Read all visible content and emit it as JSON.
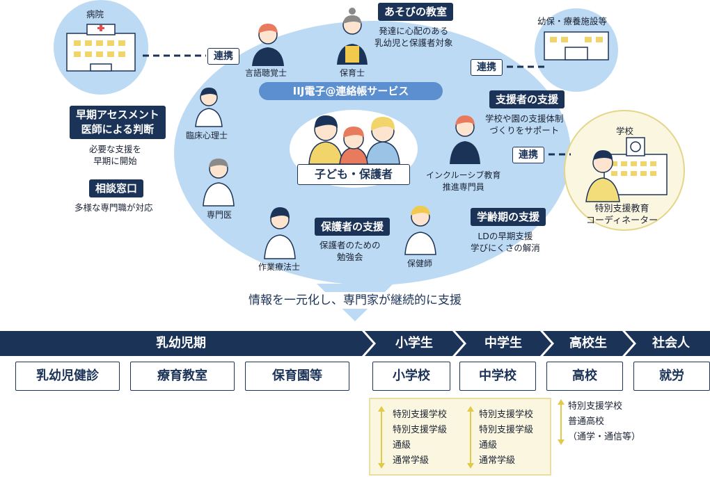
{
  "hub": {
    "service_title": "IIJ電子@連絡帳サービス",
    "center_label": "子ども・保護者"
  },
  "facilities": {
    "hospital": "病院",
    "kindergarten": "幼保・療養施設等",
    "school": "学校",
    "school_person": [
      "特別支援教育",
      "コーディネーター"
    ]
  },
  "links": {
    "label": "連携"
  },
  "roles": {
    "speech": "言語聴覚士",
    "nursery": "保育士",
    "psychologist": "臨床心理士",
    "doctor": "専門医",
    "ot": "作業療法士",
    "nurse": "保健師",
    "inclusive": [
      "インクルーシブ教育",
      "推進専門員"
    ]
  },
  "callouts": {
    "play": {
      "title": "あそびの教室",
      "lines": [
        "発達に心配のある",
        "乳幼児と保護者対象"
      ]
    },
    "supporter": {
      "title": "支援者の支援",
      "lines": [
        "学校や園の支援体制",
        "づくりをサポート"
      ]
    },
    "early": {
      "title_lines": [
        "早期アセスメント",
        "医師による判断"
      ],
      "lines": [
        "必要な支援を",
        "早期に開始"
      ]
    },
    "consult": {
      "title": "相談窓口",
      "lines": [
        "多様な専門職が対応"
      ]
    },
    "guardian": {
      "title": "保護者の支援",
      "lines": [
        "保護者のための",
        "勉強会"
      ]
    },
    "school_age": {
      "title": "学齢期の支援",
      "lines": [
        "LDの早期支援",
        "学びにくさの解消"
      ]
    }
  },
  "summary": "情報を一元化し、専門家が継続的に支援",
  "timeline": {
    "stages": [
      "乳幼児期",
      "小学生",
      "中学生",
      "高校生",
      "社会人"
    ],
    "boxes": [
      "乳幼児健診",
      "療育教室",
      "保育園等",
      "小学校",
      "中学校",
      "高校",
      "就労"
    ]
  },
  "school_options": {
    "elementary": [
      "特別支援学校",
      "特別支援学級",
      "通級",
      "通常学級"
    ],
    "junior": [
      "特別支援学校",
      "特別支援学級",
      "通級",
      "通常学級"
    ],
    "high": [
      "特別支援学校",
      "普通高校",
      "（通学・通信等）"
    ]
  },
  "colors": {
    "navy": "#1c3358",
    "light_blue": "#bcdaf3",
    "cream": "#fbf6df",
    "yellow": "#f3e7a4"
  }
}
